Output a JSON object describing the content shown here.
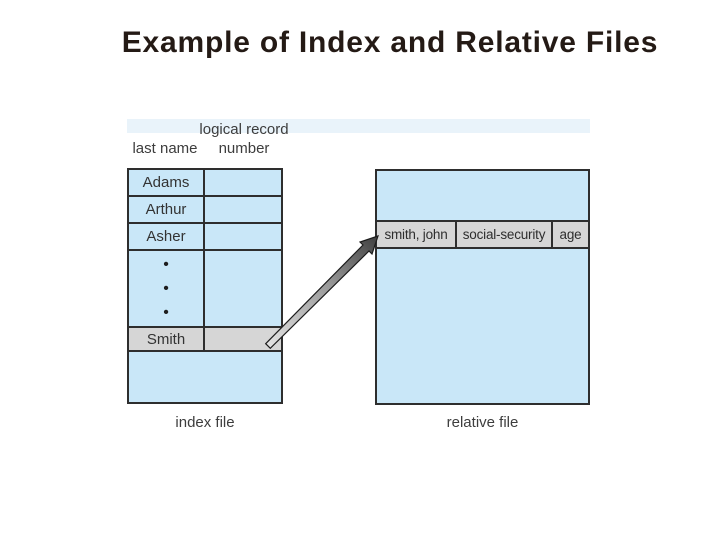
{
  "slide_title": "Example of Index and Relative Files",
  "diagram": {
    "index_file": {
      "col1_header": "last name",
      "col2_header_line1": "logical record",
      "col2_header_line2": "number",
      "rows": [
        "Adams",
        "Arthur",
        "Asher"
      ],
      "ellipsis_dot": "•",
      "highlighted_row": "Smith",
      "caption": "index file"
    },
    "relative_file": {
      "record_cells": [
        "smith, john",
        "social-security",
        "age"
      ],
      "caption": "relative file"
    },
    "colors": {
      "cell_fill": "#c9e7f8",
      "highlight_fill": "#d6d6d6",
      "line": "#2e2e2e",
      "title_text": "#241a15"
    }
  }
}
